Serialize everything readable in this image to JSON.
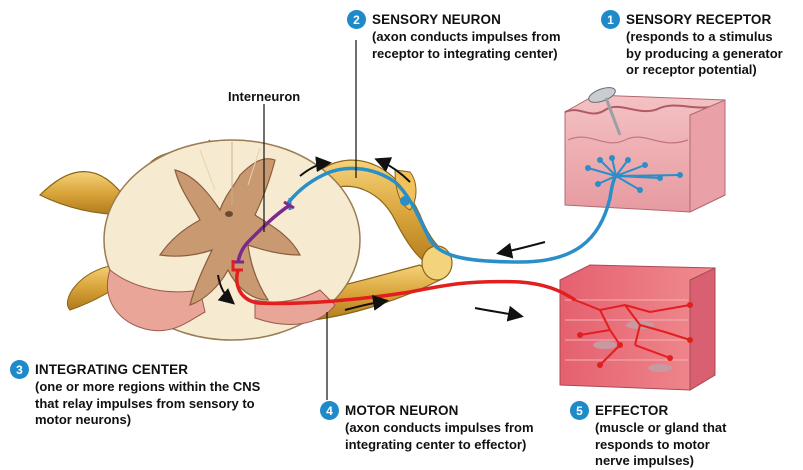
{
  "badge_color": "#1f8ac9",
  "sensory_color": "#2a8fc8",
  "motor_color": "#e31e1e",
  "interneuron_color": "#7a2a8c",
  "interneuron_label": "Interneuron",
  "steps": {
    "receptor": {
      "number": "1",
      "title": "SENSORY RECEPTOR",
      "lines": [
        "(responds to a stimulus",
        "by producing a generator",
        "or receptor potential)"
      ]
    },
    "sensory": {
      "number": "2",
      "title": "SENSORY NEURON",
      "lines": [
        "(axon conducts impulses from",
        "receptor to integrating center)"
      ]
    },
    "integrating": {
      "number": "3",
      "title": "INTEGRATING CENTER",
      "lines": [
        "(one or more regions within the CNS",
        "that relay impulses from sensory to",
        "motor neurons)"
      ]
    },
    "motor": {
      "number": "4",
      "title": "MOTOR NEURON",
      "lines": [
        "(axon conducts impulses from",
        "integrating center to effector)"
      ]
    },
    "effector": {
      "number": "5",
      "title": "EFFECTOR",
      "lines": [
        "(muscle or gland that",
        "responds to motor",
        "nerve impulses)"
      ]
    }
  }
}
